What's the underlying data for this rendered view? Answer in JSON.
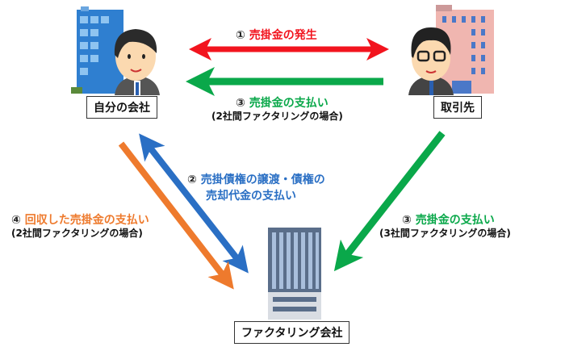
{
  "nodes": {
    "own_company": "自分の会社",
    "client": "取引先",
    "factoring_company": "ファクタリング会社"
  },
  "flows": [
    {
      "num": "①",
      "label": "売掛金の発生",
      "color": "#f2141e"
    },
    {
      "num": "③",
      "label": "売掛金の支払い",
      "sub": "(2社間ファクタリングの場合)",
      "color": "#0aa84a"
    },
    {
      "num": "②",
      "label": "売掛債権の譲渡・債権の",
      "label2": "売却代金の支払い",
      "color": "#2a6fc4"
    },
    {
      "num": "④",
      "label": "回収した売掛金の支払い",
      "sub": "(2社間ファクタリングの場合)",
      "color": "#ee7a2d"
    },
    {
      "num": "③",
      "label": "売掛金の支払い",
      "sub": "(3社間ファクタリングの場合)",
      "color": "#0aa84a"
    }
  ]
}
